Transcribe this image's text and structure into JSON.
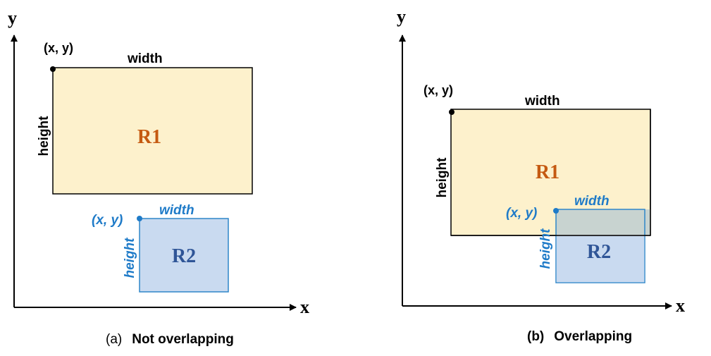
{
  "colors": {
    "r1_fill": "#fdf1cc",
    "r1_text": "#c55a11",
    "r2_fill": "#c9daf0",
    "r2_stroke": "#2e86c9",
    "r2_text": "#2f5597",
    "overlap_fill": "#c8d3d0",
    "blue_label": "#1f7bc8"
  },
  "panel_a": {
    "axis_y": "y",
    "axis_x": "x",
    "r1": {
      "name": "R1",
      "corner": "(x, y)",
      "width": "width",
      "height": "height"
    },
    "r2": {
      "name": "R2",
      "corner": "(x, y)",
      "width": "width",
      "height": "height"
    },
    "caption_prefix": "(a)",
    "caption_title": "Not overlapping"
  },
  "panel_b": {
    "axis_y": "y",
    "axis_x": "x",
    "r1": {
      "name": "R1",
      "corner": "(x, y)",
      "width": "width",
      "height": "height"
    },
    "r2": {
      "name": "R2",
      "corner": "(x, y)",
      "width": "width",
      "height": "height"
    },
    "caption_prefix": "(b)",
    "caption_title": "Overlapping"
  }
}
